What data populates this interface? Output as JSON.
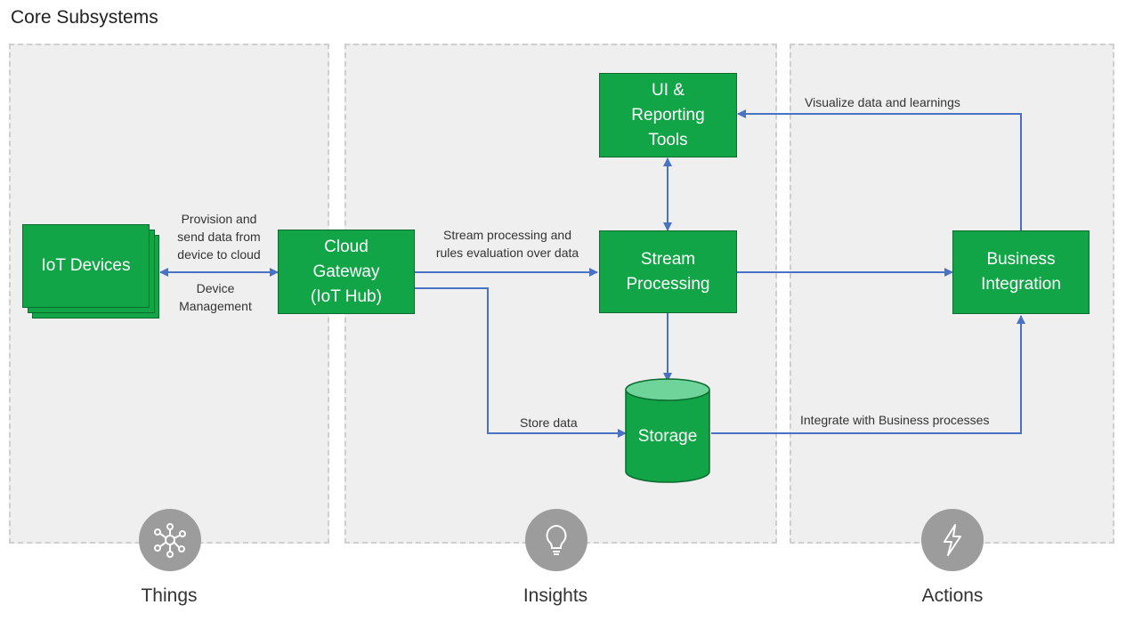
{
  "title": "Core Subsystems",
  "zones": {
    "things": "Things",
    "insights": "Insights",
    "actions": "Actions"
  },
  "nodes": {
    "iot_devices": "IoT Devices",
    "cloud_gateway_1": "Cloud",
    "cloud_gateway_2": "Gateway",
    "cloud_gateway_3": "(IoT Hub)",
    "ui_tools_1": "UI &",
    "ui_tools_2": "Reporting",
    "ui_tools_3": "Tools",
    "stream_1": "Stream",
    "stream_2": "Processing",
    "business_1": "Business",
    "business_2": "Integration",
    "storage": "Storage"
  },
  "edges": {
    "provision_1": "Provision and",
    "provision_2": "send data from",
    "provision_3": "device to cloud",
    "mgmt_1": "Device",
    "mgmt_2": "Management",
    "stream_1": "Stream processing and",
    "stream_2": "rules evaluation over data",
    "store": "Store data",
    "visualize": "Visualize data and learnings",
    "integrate": "Integrate with Business processes"
  },
  "icons": {
    "things": "network-icon",
    "insights": "lightbulb-icon",
    "actions": "lightning-icon"
  },
  "colors": {
    "node_fill": "#11a547",
    "storage_top": "#6fd49a",
    "arrow": "#4a72c4",
    "zone": "#efefef",
    "icon_circle": "#9c9c9c"
  }
}
